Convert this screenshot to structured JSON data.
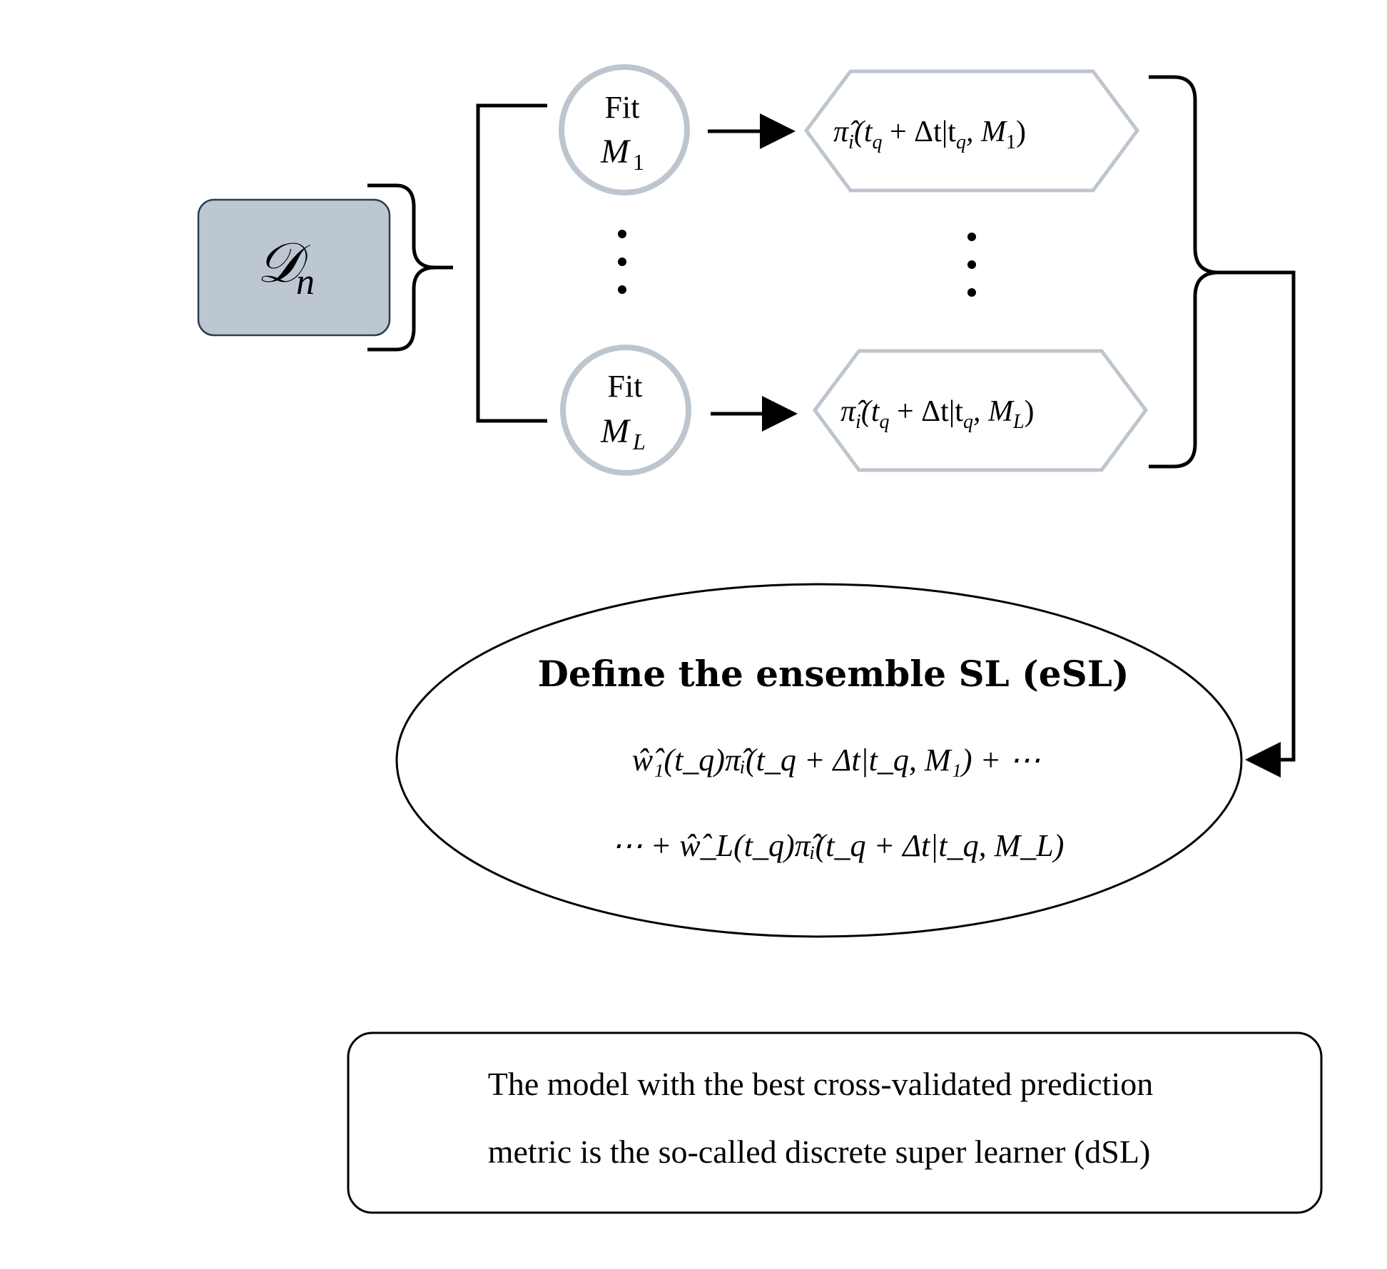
{
  "colors": {
    "stroke": "#000000",
    "node_outline": "#bdc5ce",
    "data_box_fill": "#bcc7d2",
    "data_box_stroke": "#2c3e50",
    "background": "#ffffff"
  },
  "data_node": {
    "symbol": "𝒟",
    "subscript": "n"
  },
  "learners": [
    {
      "fit_label": "Fit",
      "model_var": "M",
      "model_sub": "1",
      "prediction": {
        "pi": "π̂",
        "i": "i",
        "open": "(t",
        "q1": "q",
        "mid": " + Δt|t",
        "q2": "q",
        "sep": ", M",
        "msub": "1",
        "close": ")"
      }
    },
    {
      "fit_label": "Fit",
      "model_var": "M",
      "model_sub": "L",
      "prediction": {
        "pi": "π̂",
        "i": "i",
        "open": "(t",
        "q1": "q",
        "mid": " + Δt|t",
        "q2": "q",
        "sep": ", M",
        "msub": "L",
        "close": ")"
      }
    }
  ],
  "ellipsis_vertical": "⋮",
  "ensemble": {
    "title": "Define the ensemble SL (eSL)",
    "line1": "ŵ̂₁(t_q)π̂ᵢ(t_q + Δt|t_q, M₁) + ⋯",
    "line2": "⋯ + ŵ̂_L(t_q)π̂ᵢ(t_q + Δt|t_q, M_L)"
  },
  "note": {
    "line1": "The model with the best cross-validated prediction",
    "line2": "metric is the so-called discrete super learner (dSL)"
  }
}
